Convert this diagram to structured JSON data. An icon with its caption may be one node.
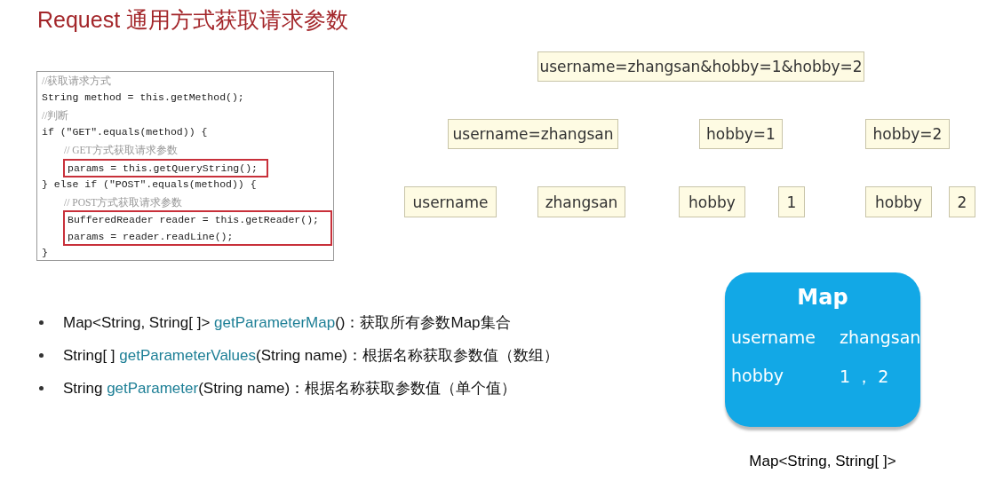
{
  "diagram": {
    "title": "Request 通用方式获取请求参数",
    "nodes": [
      {
        "text": [
          "//获取请求方式",
          "String method = this.getMethod();",
          "//判断",
          "if (\"GET\".equals(method)) {",
          "// GET方式获取请求参数",
          "} else if (\"POST\".equals(method)) {",
          "// POST方式获取请求参数",
          "}"
        ]
      },
      {
        "text": [
          "params = this.getQueryString();"
        ],
        "in": 0
      },
      {
        "text": [
          "BufferedReader reader = this.getReader();",
          "params = reader.readLine();"
        ],
        "in": 0
      },
      {
        "text": [
          "username=zhangsan&hobby=1&hobby=2"
        ]
      },
      {
        "text": [
          "username=zhangsan"
        ]
      },
      {
        "text": [
          "hobby=1"
        ]
      },
      {
        "text": [
          "hobby=2"
        ]
      },
      {
        "text": [
          "username"
        ]
      },
      {
        "text": [
          "zhangsan"
        ]
      },
      {
        "text": [
          "hobby"
        ]
      },
      {
        "text": [
          "1"
        ]
      },
      {
        "text": [
          "hobby"
        ]
      },
      {
        "text": [
          "2"
        ]
      },
      {
        "text": [
          "Map",
          "username",
          "zhangsan",
          "hobby",
          "1 ， 2"
        ],
        "beside": [
          "Map<String, String[ ]>"
        ]
      }
    ],
    "labels": [
      "Map<String, String[ ]> getParameterMap()：获取所有参数Map集合",
      "String[ ] getParameterValues(String name)：根据名称获取参数值（数组）",
      "String getParameter(String name)：根据名称获取参数值（单个值）"
    ]
  }
}
